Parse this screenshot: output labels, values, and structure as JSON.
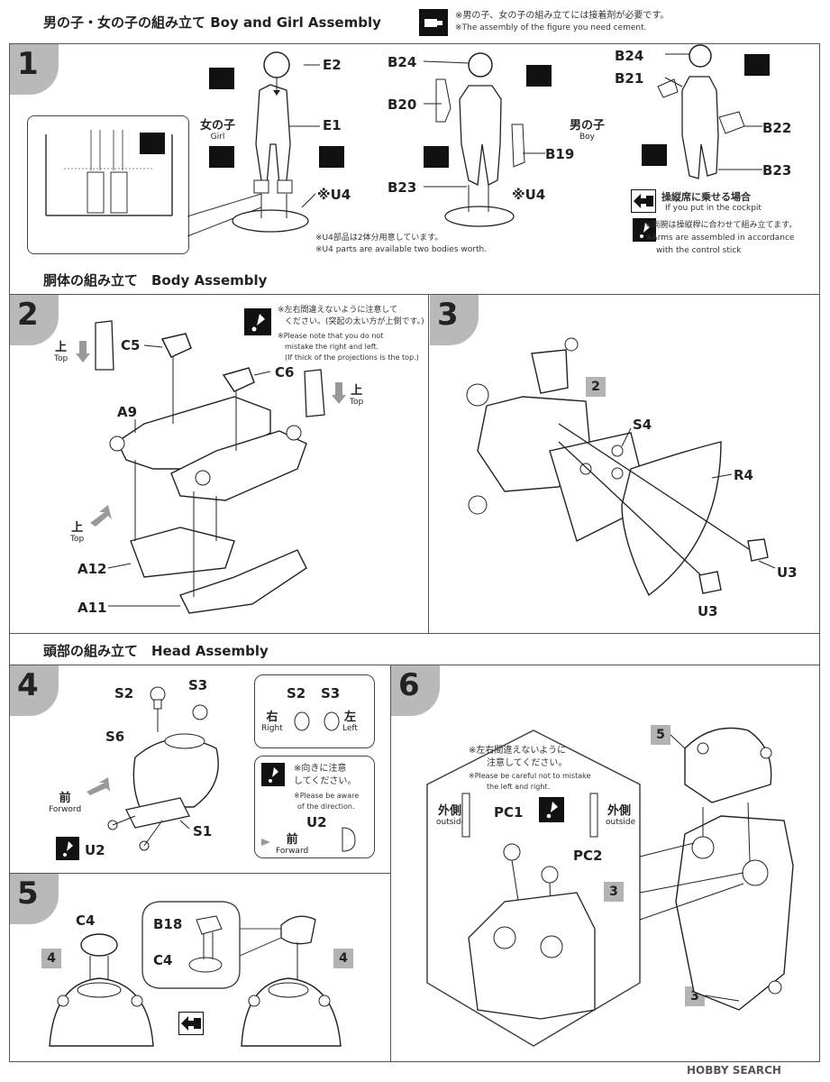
{
  "header": {
    "title": "男の子・女の子の組み立て Boy and Girl Assembly",
    "note_jp": "※男の子、女の子の組み立てには接着剤が必要です。",
    "note_en": "※The assembly of the figure you need cement."
  },
  "body_section": {
    "title": "胴体の組み立て　Body Assembly"
  },
  "head_section": {
    "title": "頭部の組み立て　Head Assembly"
  },
  "steps": {
    "s1": "1",
    "s2": "2",
    "s3": "3",
    "s4": "4",
    "s5": "5",
    "s6": "6"
  },
  "step1": {
    "girl_jp": "女の子",
    "girl_en": "Girl",
    "boy_jp": "男の子",
    "boy_en": "Boy",
    "E2": "E2",
    "E1": "E1",
    "U4a": "※U4",
    "U4b": "※U4",
    "B24a": "B24",
    "B20": "B20",
    "B19": "B19",
    "B23a": "B23",
    "B24b": "B24",
    "B21": "B21",
    "B22": "B22",
    "B23b": "B23",
    "u4_note_jp": "※U4部品は2体分用意しています。",
    "u4_note_en": "※U4 parts are available two bodies worth.",
    "cockpit_jp": "操縦席に乗せる場合",
    "cockpit_en": "If you put in the cockpit",
    "arms_jp": "※両腕は操縦桿に合わせて組み立てます。",
    "arms_en1": "※Arms are assembled in accordance",
    "arms_en2": "with the control stick"
  },
  "step2": {
    "top1_jp": "上",
    "top1_en": "Top",
    "top2_jp": "上",
    "top2_en": "Top",
    "top3_jp": "上",
    "top3_en": "Top",
    "C5": "C5",
    "C6": "C6",
    "A9": "A9",
    "A12": "A12",
    "A11": "A11",
    "note_jp1": "※左右間違えないように注意して",
    "note_jp2": "ください。(突起の太い方が上側です。)",
    "note_en1": "※Please note that you do not",
    "note_en2": "mistake the right and left.",
    "note_en3": "(If thick of the projections is the top.)"
  },
  "step3": {
    "ref": "2",
    "S4": "S4",
    "R4": "R4",
    "U3a": "U3",
    "U3b": "U3"
  },
  "step4": {
    "S2": "S2",
    "S3": "S3",
    "S6": "S6",
    "S1": "S1",
    "U2": "U2",
    "forward_jp": "前",
    "forward_en": "Forword",
    "inset": {
      "S2": "S2",
      "S3": "S3",
      "right_jp": "右",
      "right_en": "Right",
      "left_jp": "左",
      "left_en": "Left"
    },
    "dir_note_jp1": "※向きに注意",
    "dir_note_jp2": "してください。",
    "dir_note_en1": "※Please be aware",
    "dir_note_en2": "of the direction.",
    "U2b": "U2",
    "forward2_jp": "前",
    "forward2_en": "Forward"
  },
  "step5": {
    "C4": "C4",
    "B18": "B18",
    "C4b": "C4",
    "ref1": "4",
    "ref2": "4"
  },
  "step6": {
    "ref5": "5",
    "ref3a": "3",
    "ref3b": "3",
    "note_jp1": "※左右間違えないように",
    "note_jp2": "注意してください。",
    "note_en1": "※Please be careful not to mistake",
    "note_en2": "the left and right.",
    "PC1": "PC1",
    "PC2": "PC2",
    "outside_jp_l": "外側",
    "outside_en_l": "outside",
    "outside_jp_r": "外側",
    "outside_en_r": "outside"
  },
  "watermark": "HOBBY SEARCH"
}
